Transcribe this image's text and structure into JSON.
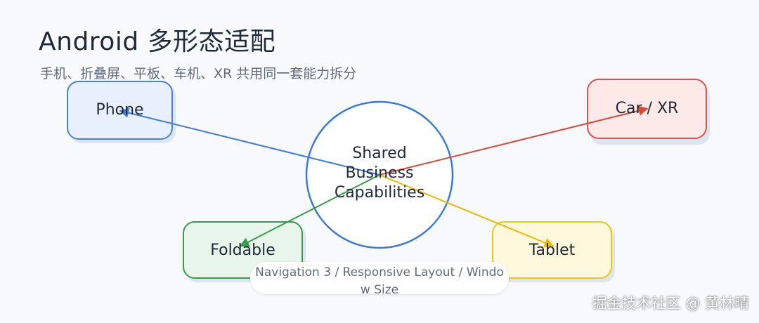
{
  "header": {
    "title": "Android 多形态适配",
    "subtitle": "手机、折叠屏、平板、车机、XR 共用同一套能力拆分"
  },
  "core": {
    "lines": [
      "Shared",
      "Business",
      "Capabilities"
    ],
    "color": "#3b7bd6"
  },
  "devices": [
    {
      "id": "phone",
      "label": "Phone",
      "stroke": "#4a80d9",
      "fill": "#e8f0fe",
      "arrow": "#3f7bd8"
    },
    {
      "id": "car-xr",
      "label": "Car / XR",
      "stroke": "#d9534f",
      "fill": "#fde9e8",
      "arrow": "#d64a3b"
    },
    {
      "id": "foldable",
      "label": "Foldable",
      "stroke": "#3a9a4d",
      "fill": "#e8f5ea",
      "arrow": "#3a9a4d"
    },
    {
      "id": "tablet",
      "label": "Tablet",
      "stroke": "#f0c419",
      "fill": "#fff8dc",
      "arrow": "#f0b800"
    }
  ],
  "tech_note": "Navigation 3 / Responsive Layout / Window Size",
  "watermark": "掘金技术社区 @ 黄林晴"
}
